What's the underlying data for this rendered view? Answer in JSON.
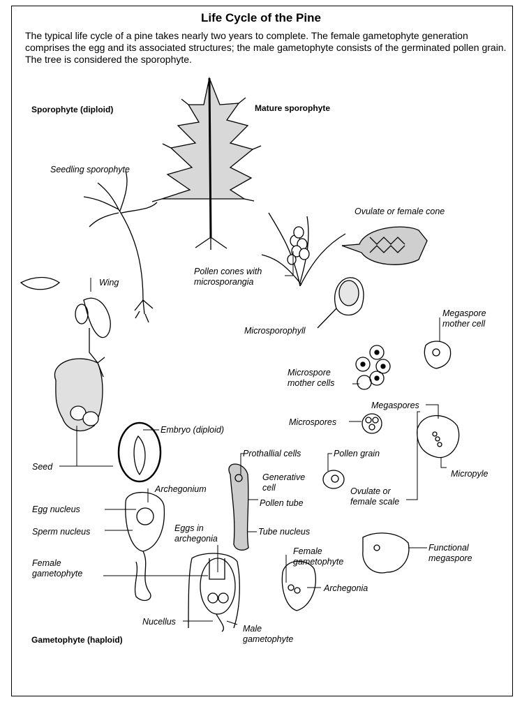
{
  "title": "Life Cycle of the Pine",
  "intro": "The typical life cycle of a pine takes nearly two years to complete. The female gametophyte generation comprises the egg and its associated structures; the male gametophyte consists of the germinated pollen grain. The tree is considered the sporophyte.",
  "headings": {
    "sporophyte": "Sporophyte (diploid)",
    "mature": "Mature sporophyte",
    "gametophyte": "Gametophyte (haploid)"
  },
  "labels": {
    "seedling": "Seedling sporophyte",
    "ovulate_cone_1": "Ovulate or female cone",
    "pollen_cones_1": "Pollen cones with",
    "pollen_cones_2": "microsporangia",
    "wing": "Wing",
    "microsporophyll": "Microsporophyll",
    "megaspore_mc_1": "Megaspore",
    "megaspore_mc_2": "mother cell",
    "microspore_mc_1": "Microspore",
    "microspore_mc_2": "mother cells",
    "megaspores": "Megaspores",
    "microspores": "Microspores",
    "embryo": "Embryo (diploid)",
    "seed": "Seed",
    "prothallial": "Prothallial cells",
    "pollen_grain": "Pollen grain",
    "generative_1": "Generative",
    "generative_2": "cell",
    "micropyle": "Micropyle",
    "archegonium": "Archegonium",
    "pollen_tube": "Pollen tube",
    "ovulate_scale_1": "Ovulate or",
    "ovulate_scale_2": "female scale",
    "egg_nucleus": "Egg nucleus",
    "eggs_arch_1": "Eggs in",
    "eggs_arch_2": "archegonia",
    "sperm_nucleus": "Sperm nucleus",
    "tube_nucleus": "Tube nucleus",
    "female_game_1": "Female",
    "female_game_2": "gametophyte",
    "female_game_left_1": "Female",
    "female_game_left_2": "gametophyte",
    "functional_1": "Functional",
    "functional_2": "megaspore",
    "archegonia": "Archegonia",
    "nucellus": "Nucellus",
    "male_game_1": "Male",
    "male_game_2": "gametophyte"
  }
}
